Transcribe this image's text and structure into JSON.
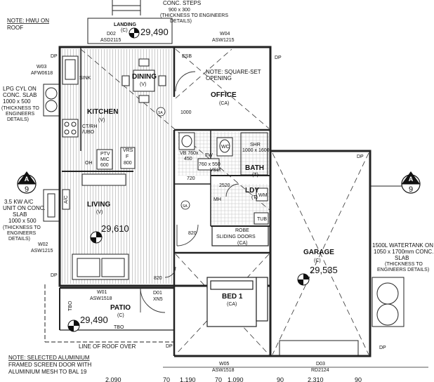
{
  "notes": {
    "hwu": "NOTE: HWU ON",
    "hwu2": "ROOF",
    "conc_steps": "CONC. STEPS",
    "conc_steps_size": "900 x 300",
    "conc_steps_thick": "(THICKNESS TO ENGINEERS",
    "conc_steps_thick2": "DETAILS)",
    "square_set": "NOTE: SQUARE-SET",
    "square_set2": "OPENING",
    "lpg": [
      "LPG CYL ON",
      "CONC. SLAB",
      "1000 x 500",
      "(THICKNESS TO",
      "ENGINEERS",
      "DETAILS)"
    ],
    "ac": [
      "3.5 KW A/C",
      "UNIT ON CONC.",
      "SLAB",
      "1000 x 500",
      "(THICKNESS TO",
      "ENGINEERS",
      "DETAILS)"
    ],
    "tank": [
      "1500L WATERTANK ON",
      "1050 x 1700mm CONC.",
      "SLAB",
      "(THICKNESS TO",
      "ENGINEERS DETAILS)"
    ],
    "aluminium": [
      "NOTE: SELECTED ALUMINIUM",
      "FRAMED SCREEN DOOR WITH",
      "ALUMINIUM MESH TO BAL 19"
    ],
    "line_of_roof": "LINE OF ROOF OVER",
    "robe": "ROBE",
    "robe2": "SLIDING DOORS",
    "robe3": "(CA)"
  },
  "rooms": {
    "landing": "LANDING",
    "landing_c": "(C)",
    "dining": "DINING",
    "dining_v": "(V)",
    "office": "OFFICE",
    "office_ca": "(CA)",
    "kitchen": "KITCHEN",
    "kitchen_v": "(V)",
    "bath": "BATH",
    "bath_t": "(T)",
    "ldy": "LDY",
    "ldy_t": "(T)",
    "living": "LIVING",
    "living_v": "(V)",
    "garage": "GARAGE",
    "garage_c": "(C)",
    "bed1": "BED 1",
    "bed1_ca": "(CA)",
    "patio": "PATIO",
    "patio_c": "(C)"
  },
  "levels": {
    "landing": "29,490",
    "living": "29,610",
    "garage": "29,535",
    "patio": "29,490"
  },
  "openings": {
    "d02": "D02",
    "d02_code": "ASD2115",
    "w04": "W04",
    "w04_code": "ASW1215",
    "w03": "W03",
    "w03_code": "AFW0618",
    "w02": "W02",
    "w02_code": "ASW1215",
    "w01": "W01",
    "w01_code": "ASW1518",
    "d01": "D01",
    "d01_code": "XN5",
    "w05": "W05",
    "w05_code": "ASW1518",
    "d03": "D03",
    "d03_code": "RD2124"
  },
  "fixtures": {
    "sink": "SINK",
    "ct": "CT/RH",
    "ubo": "/UBO",
    "oh": "OH",
    "ptv": "PTV",
    "mic": "MIC",
    "ptv_num": "600",
    "vrs": "VRS",
    "vrs_f": "F",
    "vrs_num": "800",
    "esb": "ESB",
    "vb": "VB 760x",
    "vb_num": "450",
    "fw": "FW",
    "wc": "WC",
    "shr": "SHR",
    "shr_size": "1000 x 1600",
    "vsli": "760 x 550",
    "vsli2": "VSLI",
    "wm": "WM",
    "tub": "TUB",
    "mh": "MH",
    "sa": "SA",
    "dp": "DP",
    "tbo": "TBO",
    "ac_label": "A/C"
  },
  "dimensions": {
    "d1000": "1000",
    "d720": "720",
    "d2520": "2520",
    "d820a": "820",
    "d820b": "820"
  },
  "sections": {
    "left_tag": "A",
    "left_num": "9",
    "right_tag": "A",
    "right_num": "9"
  },
  "bottom_dims": [
    "2,090",
    "70",
    "1,190",
    "70",
    "1,090",
    "90",
    "2,310",
    "90"
  ],
  "colors": {
    "line": "#222222",
    "hatch": "#9a9a9a"
  }
}
